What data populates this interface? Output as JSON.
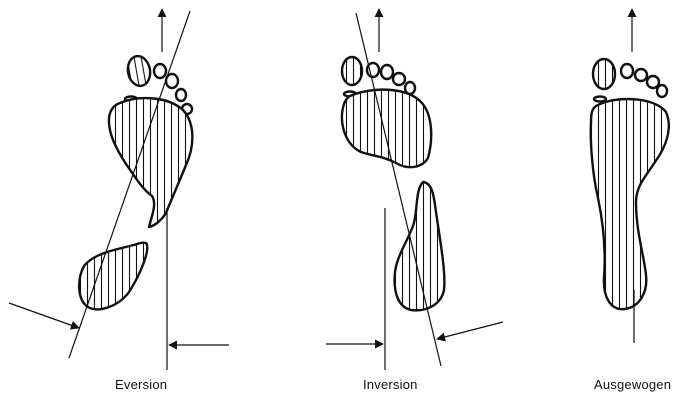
{
  "captions": {
    "eversion": "Eversion",
    "inversion": "Inversion",
    "balanced": "Ausgewogen"
  },
  "colors": {
    "ink": "#111111",
    "background": "#ffffff"
  },
  "icons": [
    "arrow-up-icon",
    "arrow-right-icon",
    "arrow-left-icon"
  ]
}
